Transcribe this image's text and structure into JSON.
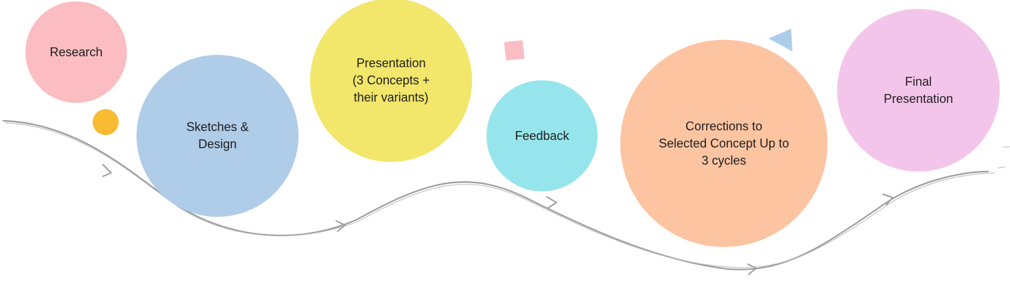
{
  "steps": [
    {
      "label": "Research",
      "color": "#fbbdc1"
    },
    {
      "label": "Sketches &\nDesign",
      "color": "#afcce8"
    },
    {
      "label": "Presentation\n(3 Concepts +\ntheir variants)",
      "color": "#f2e66b"
    },
    {
      "label": "Feedback",
      "color": "#97e5ec"
    },
    {
      "label": "Corrections to\nSelected Concept Up to\n3 cycles",
      "color": "#fdc4a2"
    },
    {
      "label": "Final\nPresentation",
      "color": "#f4c5ea"
    }
  ],
  "decorations": {
    "dot_color": "#f8bb31",
    "square_color": "#f9bdc4",
    "triangle_color": "#aecdea",
    "path_color": "#9e9e9e"
  }
}
